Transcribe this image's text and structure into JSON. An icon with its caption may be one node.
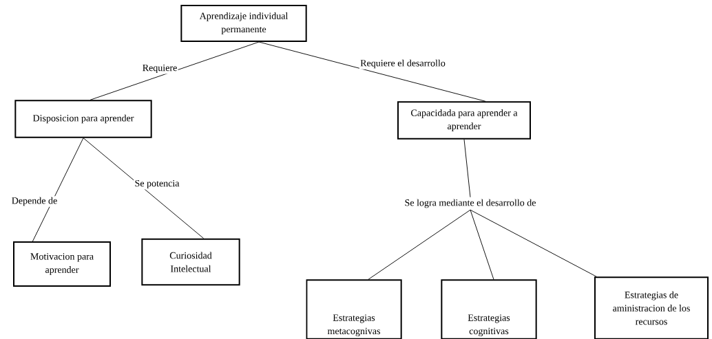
{
  "diagram": {
    "nodes": [
      {
        "text": [
          "Aprendizaje individual permanente"
        ]
      },
      {
        "text": [
          "Disposicion para aprender"
        ]
      },
      {
        "text": [
          "Capacidada para aprender a aprender"
        ]
      },
      {
        "text": [
          "Motivacion para aprender"
        ]
      },
      {
        "text": [
          "Curiosidad Intelectual"
        ]
      },
      {
        "text": [
          "Se logra mediante el desarrollo de"
        ]
      },
      {
        "text": [
          "Estrategias metacognivas"
        ]
      },
      {
        "text": [
          "Estrategias cognitivas"
        ]
      },
      {
        "text": [
          "Estrategias de aministracion de los recursos"
        ]
      }
    ],
    "edges": [
      {
        "from": 0,
        "to": 1,
        "arrow": "none",
        "label": "Requiere"
      },
      {
        "from": 0,
        "to": 2,
        "arrow": "none",
        "label": "Requiere el desarrollo"
      },
      {
        "from": 1,
        "to": 3,
        "arrow": "none",
        "label": "Depende de"
      },
      {
        "from": 1,
        "to": 4,
        "arrow": "none",
        "label": "Se potencia"
      },
      {
        "from": 2,
        "to": 5,
        "arrow": "none"
      },
      {
        "from": 5,
        "to": 6,
        "arrow": "none"
      },
      {
        "from": 5,
        "to": 7,
        "arrow": "none"
      },
      {
        "from": 5,
        "to": 8,
        "arrow": "none"
      }
    ]
  }
}
